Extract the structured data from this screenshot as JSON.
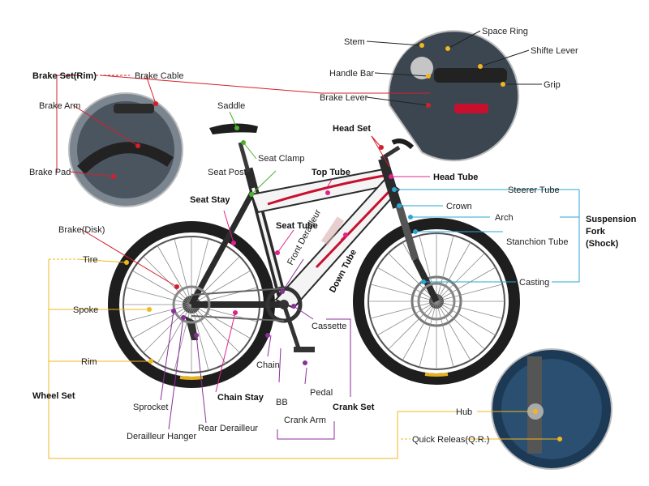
{
  "colors": {
    "red": "#d4202c",
    "green": "#4bb030",
    "pink": "#e0218a",
    "cyan": "#2aa7d6",
    "purple": "#8b2f9a",
    "yellow": "#f2b71d",
    "frame_white": "#f4f4f4",
    "frame_dark": "#2b2b2b"
  },
  "labels": {
    "brake_set_rim": "Brake Set(Rim)",
    "brake_cable": "Brake Cable",
    "brake_arm": "Brake Arm",
    "brake_pad": "Brake Pad",
    "saddle": "Saddle",
    "seat_clamp": "Seat Clamp",
    "seat_post": "Seat Post",
    "stem": "Stem",
    "space_ring": "Space Ring",
    "shifte_lever": "Shifte Lever",
    "handle_bar": "Handle Bar",
    "grip": "Grip",
    "brake_lever": "Brake Lever",
    "head_set": "Head Set",
    "top_tube": "Top Tube",
    "head_tube": "Head Tube",
    "steerer_tube": "Steerer Tube",
    "crown": "Crown",
    "arch": "Arch",
    "suspension_1": "Suspension",
    "suspension_2": "Fork",
    "suspension_3": "(Shock)",
    "stanchion_tube": "Stanchion Tube",
    "casting": "Casting",
    "seat_stay": "Seat Stay",
    "seat_tube": "Seat Tube",
    "front_derailleur": "Front Derailleur",
    "down_tube": "Down Tube",
    "brake_disk": "Brake(Disk)",
    "tire": "Tire",
    "spoke": "Spoke",
    "rim": "Rim",
    "wheel_set": "Wheel Set",
    "cassette": "Cassette",
    "chain": "Chain",
    "pedal": "Pedal",
    "crank_set": "Crank Set",
    "bb": "BB",
    "crank_arm": "Crank Arm",
    "sprocket": "Sprocket",
    "chain_stay": "Chain Stay",
    "derailleur_hanger": "Derailleur Hanger",
    "rear_derailleur": "Rear Derailleur",
    "hub": "Hub",
    "quick_release": "Quick Releas(Q.R.)"
  }
}
